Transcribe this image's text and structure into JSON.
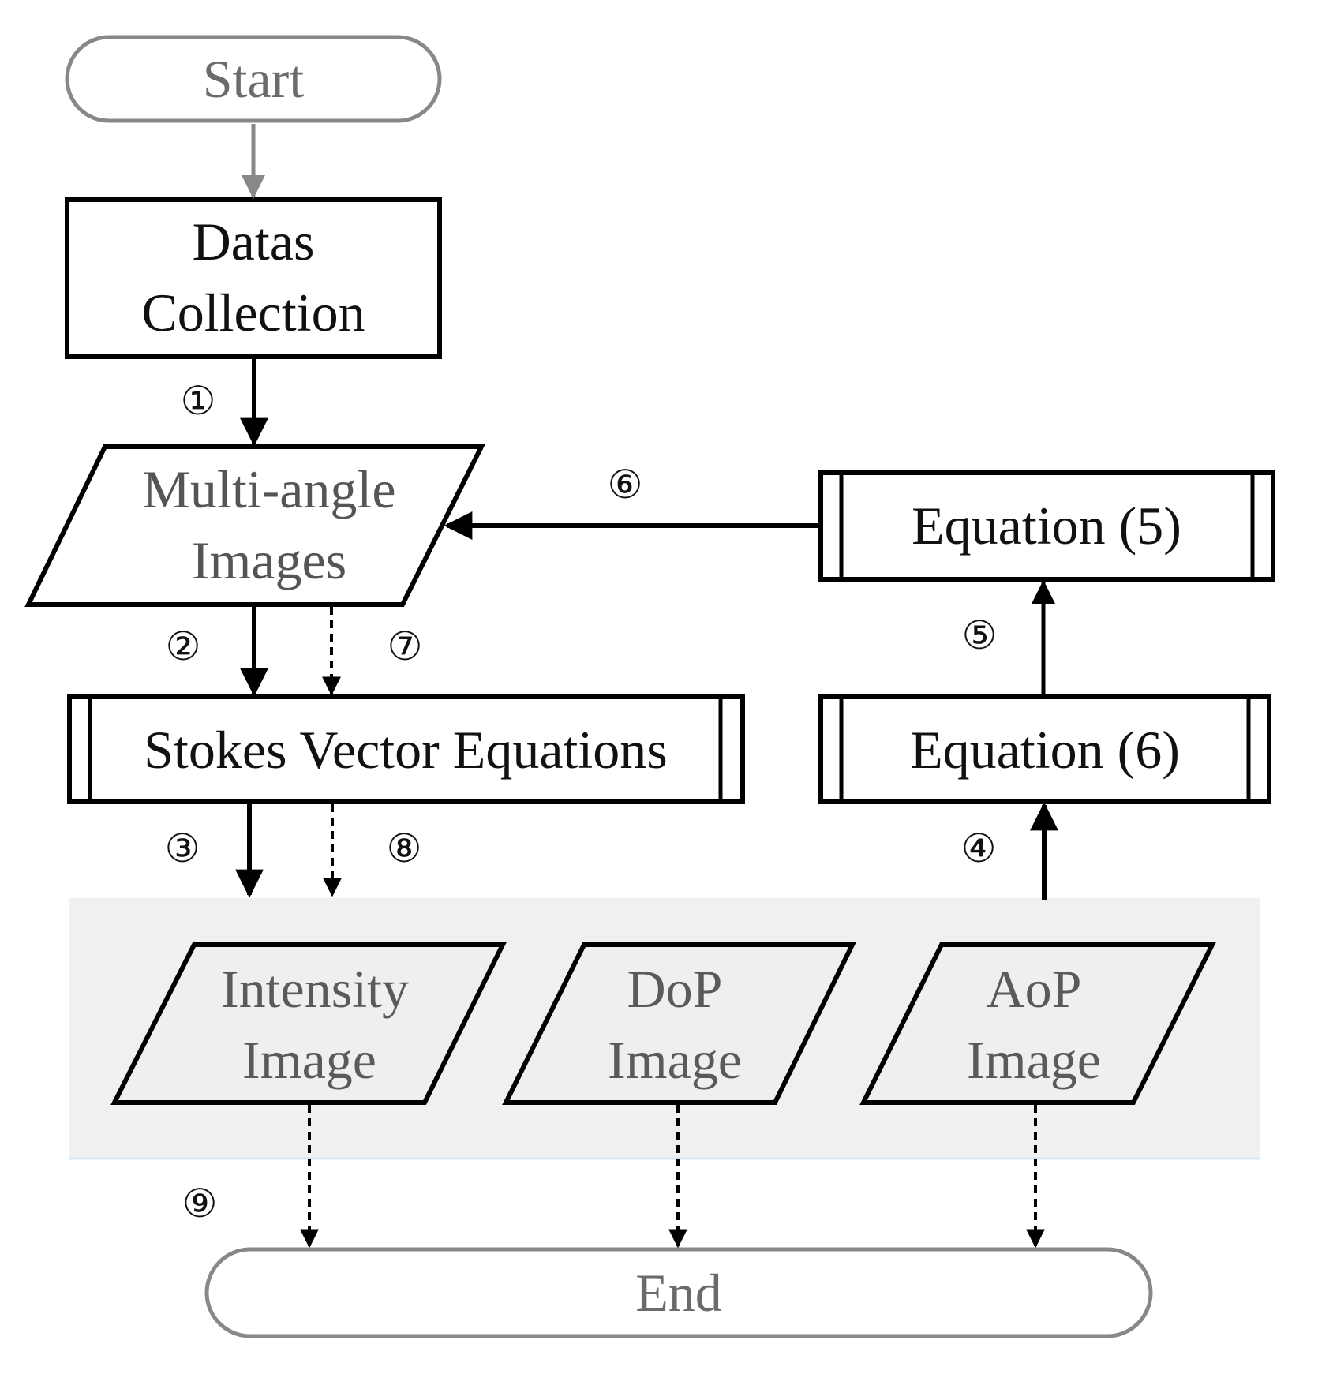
{
  "nodes": {
    "start": {
      "label": "Start"
    },
    "datas_collection": {
      "line1": "Datas",
      "line2": "Collection"
    },
    "multi_angle_images": {
      "line1": "Multi-angle",
      "line2": "Images"
    },
    "stokes_vector_equations": {
      "label": "Stokes Vector Equations"
    },
    "equation_5": {
      "label": "Equation (5)"
    },
    "equation_6": {
      "label": "Equation (6)"
    },
    "intensity_image": {
      "line1": "Intensity",
      "line2": "Image"
    },
    "dop_image": {
      "line1": "DoP",
      "line2": "Image"
    },
    "aop_image": {
      "line1": "AoP",
      "line2": "Image"
    },
    "end": {
      "label": "End"
    }
  },
  "steps": {
    "s1": "①",
    "s2": "②",
    "s3": "③",
    "s4": "④",
    "s5": "⑤",
    "s6": "⑥",
    "s7": "⑦",
    "s8": "⑧",
    "s9": "⑨"
  },
  "colors": {
    "stroke": "#000000",
    "muted_stroke": "#888888",
    "muted_text": "#6b6b6b",
    "text": "#111111",
    "group_fill": "#f0f0f0",
    "group_edge": "#d6e6f5"
  }
}
